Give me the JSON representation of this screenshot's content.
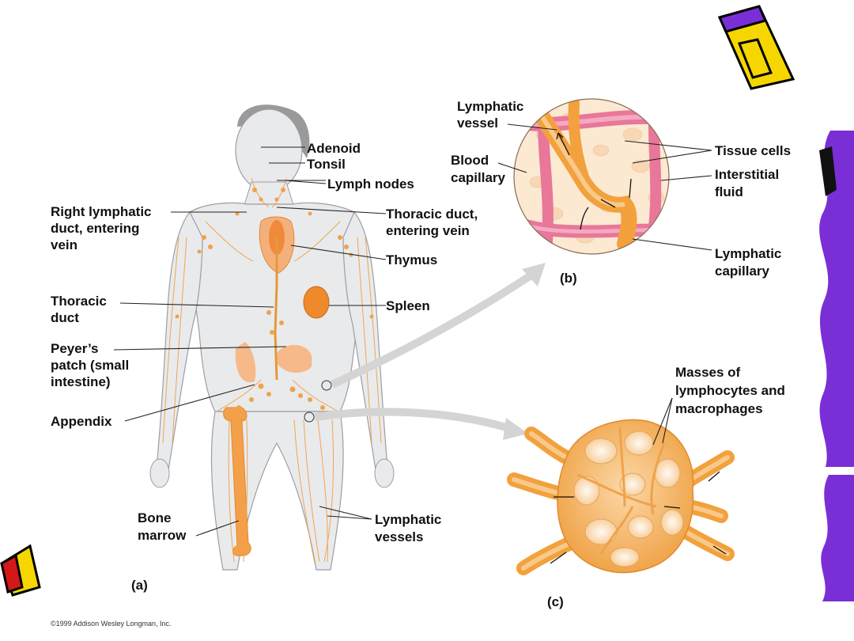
{
  "colors": {
    "lymph_orange": "#f2a13c",
    "lymph_light": "#f8c98a",
    "body_skin": "#e9eaec",
    "capillary_pink": "#e8779a",
    "tissue_fill": "#fbe9d2",
    "clipart_purple": "#7a2fd6",
    "clipart_yellow": "#f6d600",
    "clipart_red": "#d41818"
  },
  "icons": [
    "pencil-clipart-icon",
    "pencil-tip-clipart-icon",
    "wavy-border-clipart"
  ],
  "figure_a": {
    "panel_label": "(a)",
    "labels": {
      "adenoid": "Adenoid",
      "tonsil": "Tonsil",
      "lymph_nodes": "Lymph nodes",
      "right_lymphatic_duct": [
        "Right lymphatic",
        "duct, entering",
        "vein"
      ],
      "thoracic_duct_entering_vein": [
        "Thoracic duct,",
        "entering vein"
      ],
      "thymus": "Thymus",
      "thoracic_duct": [
        "Thoracic",
        "duct"
      ],
      "spleen": "Spleen",
      "peyers_patch": [
        "Peyer’s",
        "patch (small",
        "intestine)"
      ],
      "appendix": "Appendix",
      "bone_marrow": [
        "Bone",
        "marrow"
      ],
      "lymphatic_vessels": [
        "Lymphatic",
        "vessels"
      ]
    }
  },
  "figure_b": {
    "panel_label": "(b)",
    "labels": {
      "lymphatic_vessel": [
        "Lymphatic",
        "vessel"
      ],
      "blood_capillary": [
        "Blood",
        "capillary"
      ],
      "tissue_cells": "Tissue cells",
      "interstitial_fluid": [
        "Interstitial",
        "fluid"
      ],
      "lymphatic_capillary": [
        "Lymphatic",
        "capillary"
      ]
    }
  },
  "figure_c": {
    "panel_label": "(c)",
    "labels": {
      "masses": [
        "Masses of",
        "lymphocytes and",
        "macrophages"
      ]
    }
  },
  "copyright": "©1999 Addison Wesley Longman, Inc."
}
